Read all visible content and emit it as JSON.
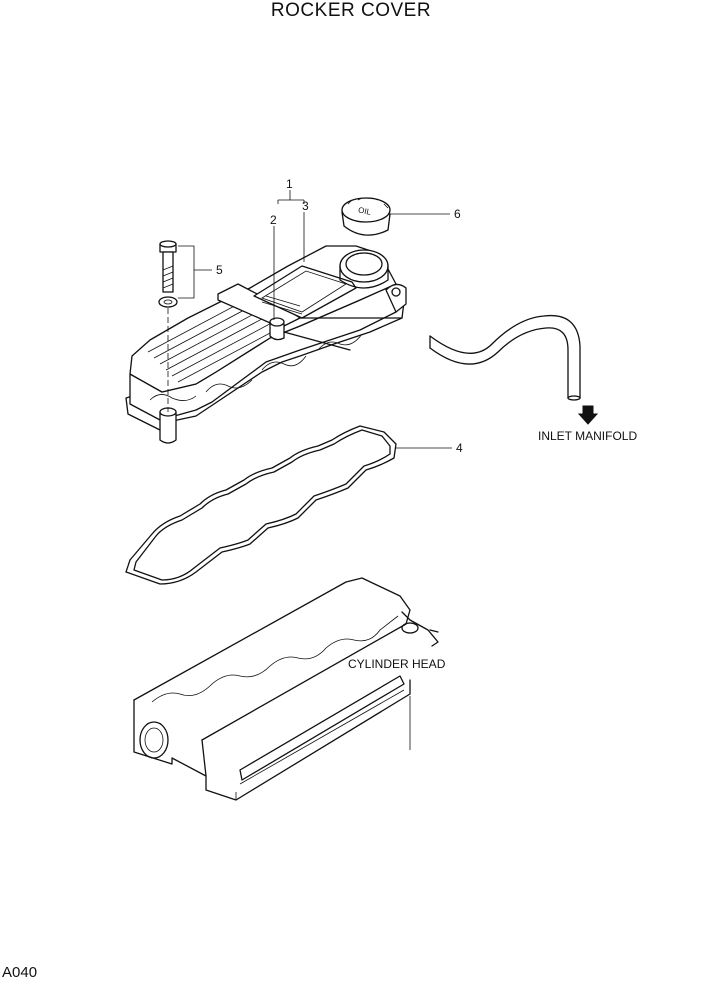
{
  "title": "ROCKER COVER",
  "page_code": "A040",
  "callouts": {
    "c1": "1",
    "c2": "2",
    "c3": "3",
    "c4": "4",
    "c5": "5",
    "c6": "6"
  },
  "labels": {
    "inlet_manifold": "INLET MANIFOLD",
    "cylinder_head": "CYLINDER HEAD",
    "oil_cap_text": "OIL"
  }
}
